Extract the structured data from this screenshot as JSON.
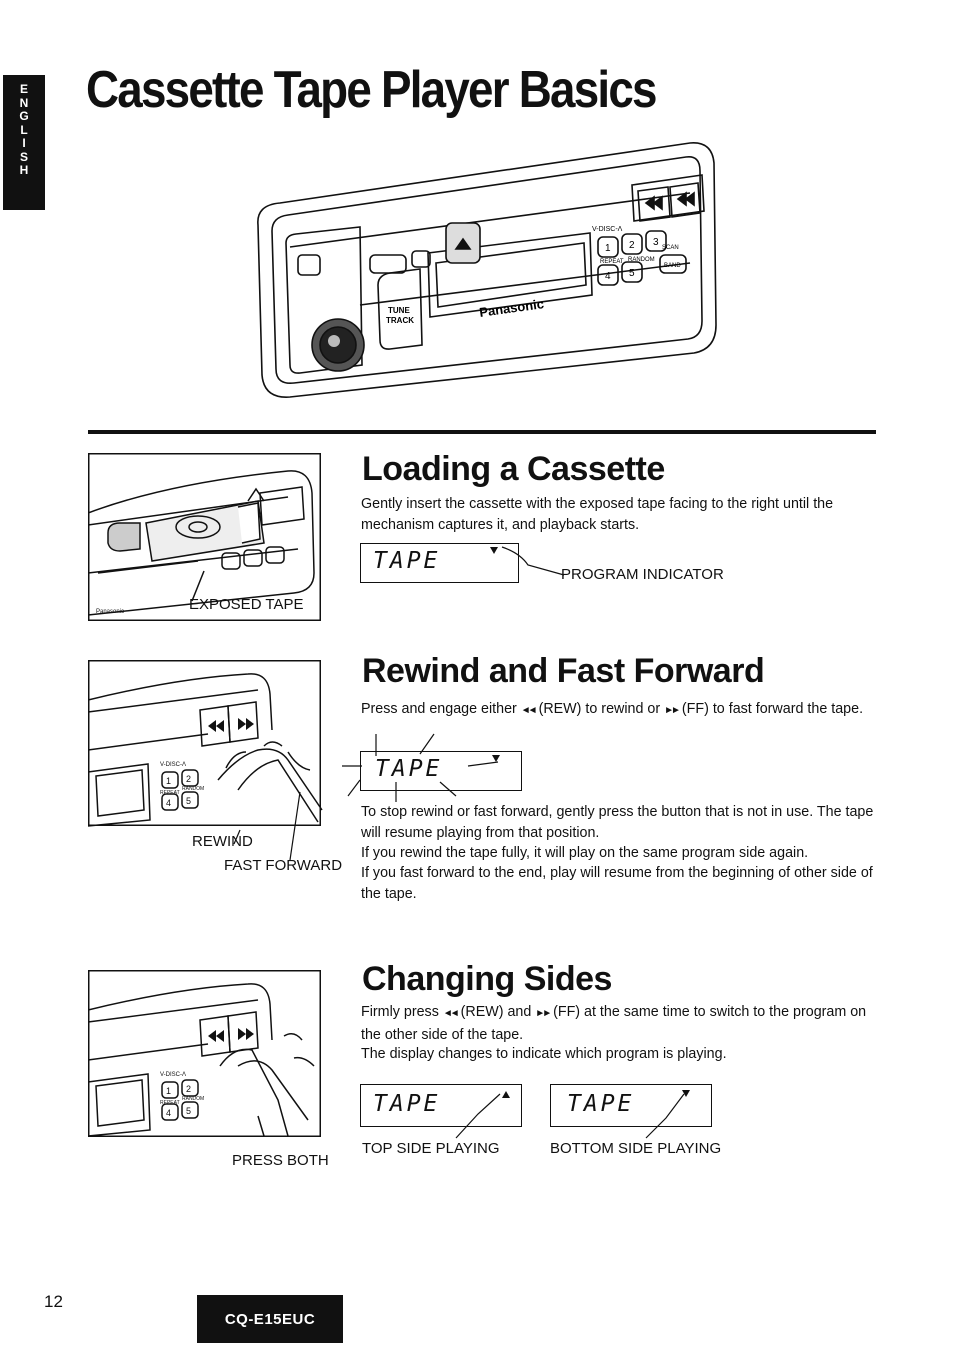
{
  "language_tab": [
    "E",
    "N",
    "G",
    "L",
    "I",
    "S",
    "H"
  ],
  "title": "Cassette Tape Player Basics",
  "radio": {
    "brand": "Panasonic",
    "tune_label": "TUNE",
    "track_label": "TRACK",
    "disc_label": "V-DISC-Λ",
    "scan_label": "SCAN",
    "repeat_label": "REPEAT",
    "random_label": "RANDOM",
    "band_label": "BAND",
    "preset_1": "1",
    "preset_2": "2",
    "preset_3": "3",
    "preset_4": "4",
    "preset_5": "5"
  },
  "loading": {
    "title": "Loading a Cassette",
    "body": "Gently insert the cassette with the exposed tape facing to the right until the mechanism captures it, and playback starts.",
    "lcd": "TAPE",
    "indicator_caption": "PROGRAM INDICATOR",
    "figure_caption": "EXPOSED TAPE"
  },
  "rewind": {
    "title": "Rewind and Fast Forward",
    "intro_1": "Press and engage either",
    "rew_symbol": "◄◄",
    "intro_2": "(REW) to rewind or",
    "ff_symbol": "►►",
    "intro_3": "(FF) to fast forward the tape.",
    "lcd": "TAPE",
    "body_1": "To stop rewind or fast forward, gently press the button that is not in use. The tape will resume playing from that position.",
    "body_2": "If you rewind the tape fully, it will play on the same program side again.",
    "body_3": "If you fast forward to the end, play will resume from the beginning of other side of the tape.",
    "caption_rew": "REWIND",
    "caption_ff": "FAST FORWARD"
  },
  "sides": {
    "title": "Changing Sides",
    "intro_1": "Firmly press",
    "rew_symbol": "◄◄",
    "intro_2": "(REW) and",
    "ff_symbol": "►►",
    "intro_3": "(FF) at the same time to switch to the program on the other side of the tape.",
    "body": "The display changes to indicate which program is playing.",
    "lcd_top": "TAPE",
    "lcd_bottom": "TAPE",
    "caption_top": "TOP SIDE PLAYING",
    "caption_bottom": "BOTTOM SIDE PLAYING",
    "figure_caption": "PRESS BOTH"
  },
  "footer": {
    "page_number": "12",
    "model": "CQ-E15EUC"
  }
}
